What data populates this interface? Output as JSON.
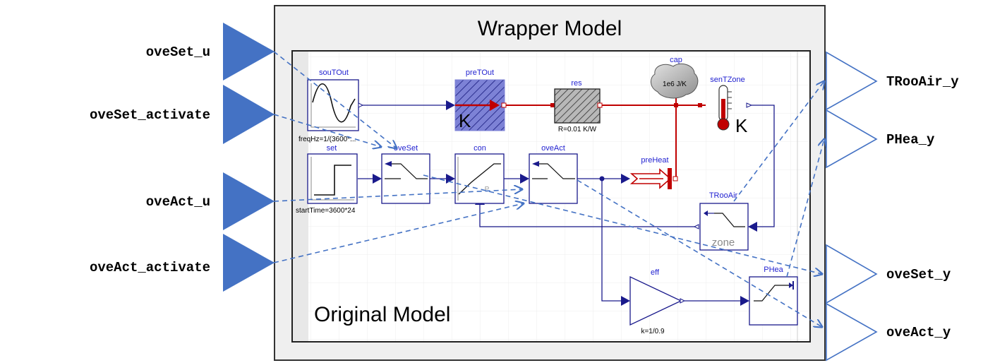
{
  "wrapper": {
    "title": "Wrapper Model"
  },
  "original": {
    "title": "Original Model"
  },
  "inputs": [
    {
      "id": "oveSet_u",
      "label": "oveSet_u"
    },
    {
      "id": "oveSet_activate",
      "label": "oveSet_activate"
    },
    {
      "id": "oveAct_u",
      "label": "oveAct_u"
    },
    {
      "id": "oveAct_activate",
      "label": "oveAct_activate"
    }
  ],
  "outputs": [
    {
      "id": "TRooAir_y",
      "label": "TRooAir_y"
    },
    {
      "id": "PHea_y",
      "label": "PHea_y"
    },
    {
      "id": "oveSet_y",
      "label": "oveSet_y"
    },
    {
      "id": "oveAct_y",
      "label": "oveAct_y"
    }
  ],
  "blocks": {
    "souTOut": {
      "name": "souTOut",
      "param": "freqHz=1/(3600*..."
    },
    "preTOut": {
      "name": "preTOut",
      "unit": "K"
    },
    "res": {
      "name": "res",
      "param": "R=0.01 K/W"
    },
    "cap": {
      "name": "cap",
      "param": "1e6 J/K"
    },
    "senTZone": {
      "name": "senTZone",
      "unit": "K"
    },
    "set": {
      "name": "set",
      "param": "startTime=3600*24"
    },
    "oveSet": {
      "name": "oveSet"
    },
    "con": {
      "name": "con",
      "inner": "P"
    },
    "oveAct": {
      "name": "oveAct"
    },
    "preHeat": {
      "name": "preHeat"
    },
    "TRooAir": {
      "name": "TRooAir",
      "sub": "zone"
    },
    "eff": {
      "name": "eff",
      "param": "k=1/0.9"
    },
    "PHea": {
      "name": "PHea"
    }
  },
  "colors": {
    "input_port": "#4472c4",
    "output_port": "#4472c4",
    "connector": "#1a1a8c",
    "thermal": "#c00000",
    "dashed_link": "#4472c4",
    "wrapper_bg": "#efefef",
    "wrapper_border": "#333333"
  }
}
